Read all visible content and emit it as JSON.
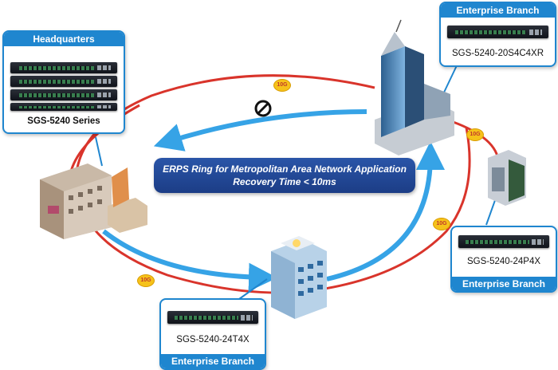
{
  "banner": {
    "line1": "ERPS Ring for Metropolitan Area Network Application",
    "line2": "Recovery Time < 10ms"
  },
  "link_speed_label": "10G",
  "colors": {
    "ring": "#d9342b",
    "flow": "#36a3e6",
    "callout": "#1f86cf",
    "banner": "#1c3d86"
  },
  "headquarters": {
    "title": "Headquarters",
    "model": "SGS-5240 Series"
  },
  "branch_top_right": {
    "title": "Enterprise Branch",
    "model": "SGS-5240-20S4C4XR"
  },
  "branch_right": {
    "title": "Enterprise Branch",
    "model": "SGS-5240-24P4X"
  },
  "branch_bottom": {
    "title": "Enterprise Branch",
    "model": "SGS-5240-24T4X"
  },
  "blocked_icon": "no-entry-icon"
}
